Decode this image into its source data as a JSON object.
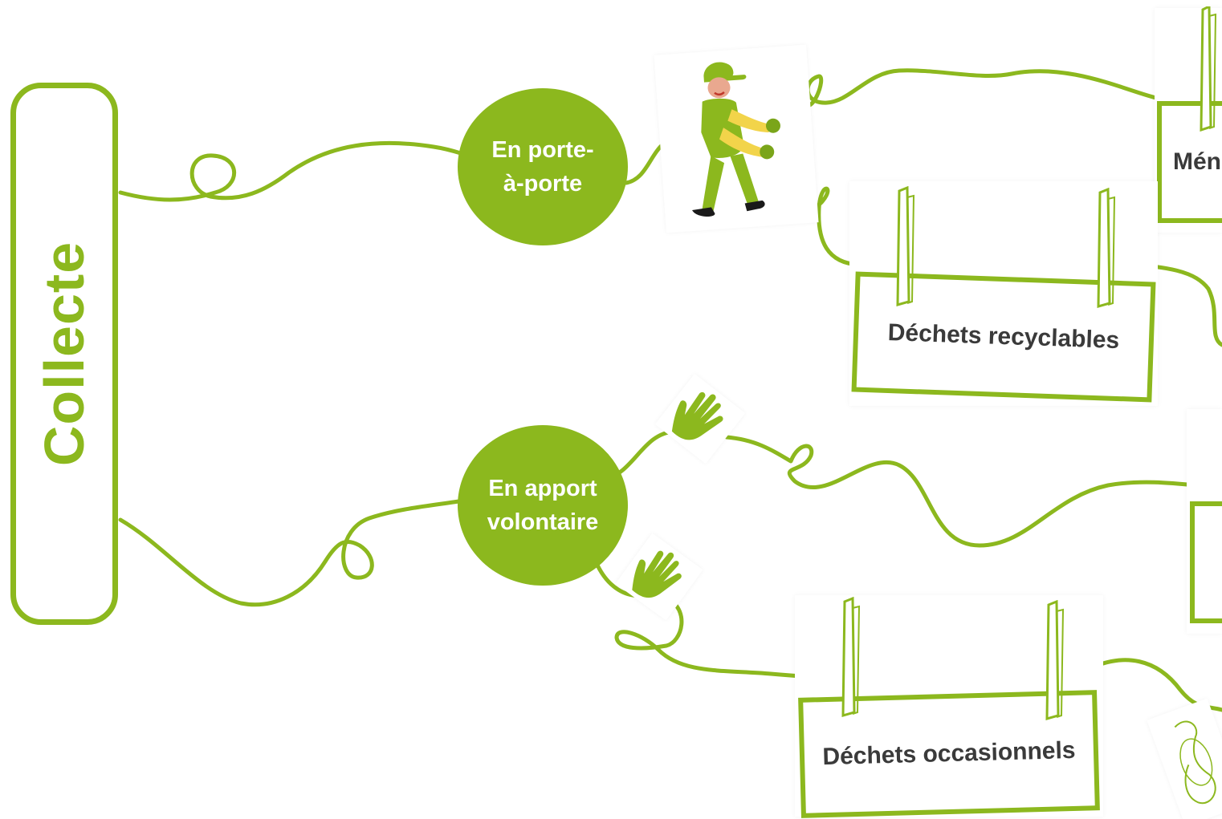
{
  "root": {
    "label": "Collecte"
  },
  "methods": [
    {
      "line1": "En porte-",
      "line2": "à-porte"
    },
    {
      "line1": "En apport",
      "line2": "volontaire"
    }
  ],
  "cards": {
    "menagers": "Mén",
    "recyclables": "Déchets recyclables",
    "occasionnels": "Déchets occasionnels"
  },
  "colors": {
    "accent": "#8cb81e",
    "text": "#3a3a3a",
    "background": "#ffffff"
  },
  "icons": [
    "garbage-collector-icon",
    "hand-icon",
    "clothespin-icon"
  ]
}
